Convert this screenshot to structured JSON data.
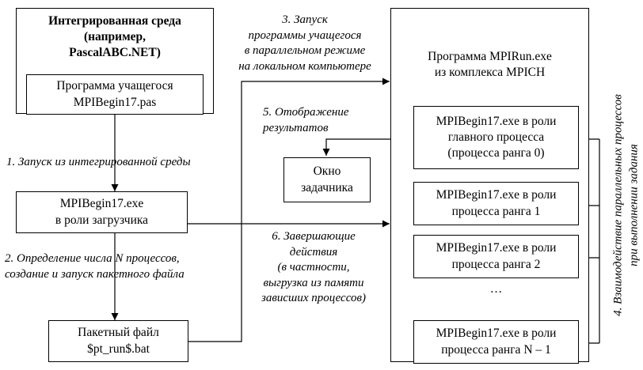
{
  "ide_box": {
    "title_lines": [
      "Интегрированная среда",
      "(например,",
      "PascalABC.NET)"
    ],
    "program_lines": [
      "Программа учащегося",
      "MPIBegin17.pas"
    ]
  },
  "loader_box": {
    "lines": [
      "MPIBegin17.exe",
      "в роли загрузчика"
    ]
  },
  "batch_box": {
    "lines": [
      "Пакетный файл",
      "$pt_run$.bat"
    ]
  },
  "task_window_box": {
    "lines": [
      "Окно",
      "задачника"
    ]
  },
  "mpirun_box": {
    "title_lines": [
      "Программа MPIRun.exe",
      "из комплекса MPICH"
    ],
    "processes": [
      {
        "lines": [
          "MPIBegin17.exe в роли",
          "главного процесса",
          "(процесса ранга 0)"
        ]
      },
      {
        "lines": [
          "MPIBegin17.exe в роли",
          "процесса ранга 1"
        ]
      },
      {
        "lines": [
          "MPIBegin17.exe в роли",
          "процесса ранга 2"
        ]
      },
      {
        "lines": [
          "MPIBegin17.exe в роли",
          "процесса ранга N – 1"
        ]
      }
    ],
    "ellipsis": "…"
  },
  "notes": {
    "step1": "1. Запуск из интегрированной среды",
    "step2_lines": [
      "2. Определение числа N процессов,",
      "создание и запуск пакетного файла"
    ],
    "step3_lines": [
      "3. Запуск",
      "программы учащегося",
      "в параллельном  режиме",
      "на локальном компьютере"
    ],
    "step4_lines": [
      "4. Взаимодействие параллельных процессов",
      "при выполнении задания"
    ],
    "step5_lines": [
      "5. Отображение",
      "результатов"
    ],
    "step6_lines": [
      "6. Завершающие",
      "действия",
      "(в частности,",
      "выгрузка из памяти",
      "зависших процессов)"
    ]
  }
}
